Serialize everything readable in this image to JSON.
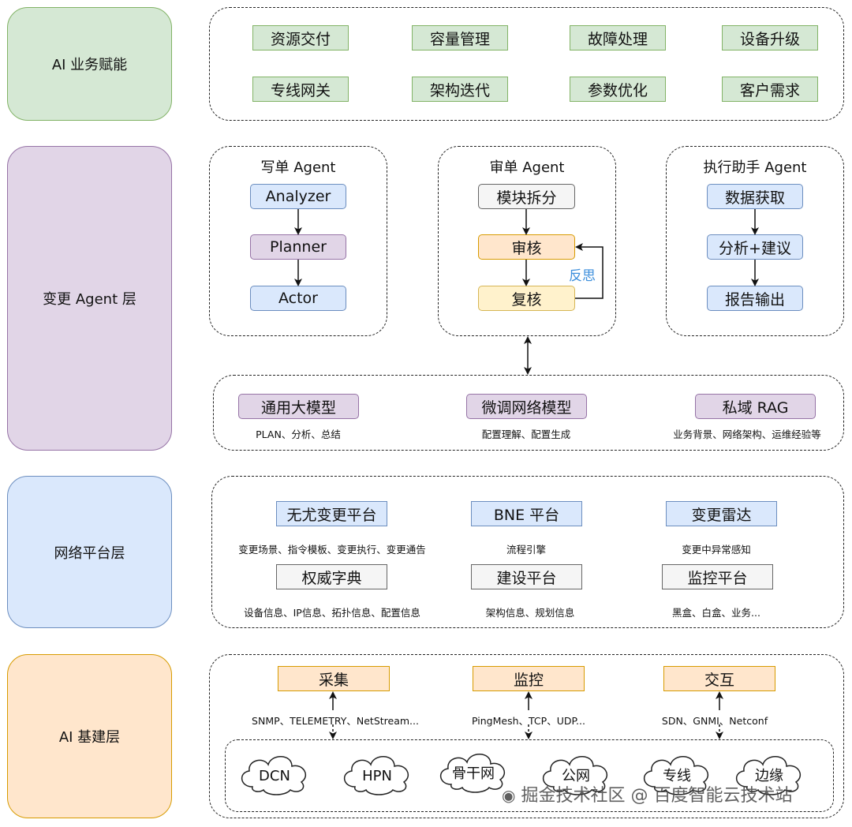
{
  "layers": {
    "business": "AI 业务赋能",
    "agent": "变更 Agent 层",
    "network": "网络平台层",
    "infra": "AI 基建层"
  },
  "business": [
    "资源交付",
    "容量管理",
    "故障处理",
    "设备升级",
    "专线网关",
    "架构迭代",
    "参数优化",
    "客户需求"
  ],
  "agents": {
    "writer": {
      "title": "写单 Agent",
      "steps": [
        "Analyzer",
        "Planner",
        "Actor"
      ]
    },
    "reviewer": {
      "title": "审单 Agent",
      "steps": [
        "模块拆分",
        "审核",
        "复核"
      ],
      "feedback": "反思"
    },
    "executor": {
      "title": "执行助手 Agent",
      "steps": [
        "数据获取",
        "分析+建议",
        "报告输出"
      ]
    }
  },
  "models": [
    {
      "label": "通用大模型",
      "desc": "PLAN、分析、总结"
    },
    {
      "label": "微调网络模型",
      "desc": "配置理解、配置生成"
    },
    {
      "label": "私域 RAG",
      "desc": "业务背景、网络架构、运维经验等"
    }
  ],
  "platforms": [
    {
      "label": "无尤变更平台",
      "desc": "变更场景、指令模板、变更执行、变更通告"
    },
    {
      "label": "BNE 平台",
      "desc": "流程引擎"
    },
    {
      "label": "变更雷达",
      "desc": "变更中异常感知"
    },
    {
      "label": "权威字典",
      "desc": "设备信息、IP信息、拓扑信息、配置信息"
    },
    {
      "label": "建设平台",
      "desc": "架构信息、规划信息"
    },
    {
      "label": "监控平台",
      "desc": "黑盒、白盒、业务..."
    }
  ],
  "infra": [
    {
      "label": "采集",
      "desc": "SNMP、TELEMETRY、NetStream..."
    },
    {
      "label": "监控",
      "desc": "PingMesh、TCP、UDP..."
    },
    {
      "label": "交互",
      "desc": "SDN、GNMI、Netconf"
    }
  ],
  "networks": [
    "DCN",
    "HPN",
    "骨干网",
    "公网",
    "专线",
    "边缘"
  ],
  "watermark": "掘金技术社区 @ 百度智能云技术站",
  "colors": {
    "green": "#d5e8d4",
    "blue": "#dae8fc",
    "purple": "#e1d5e7",
    "orange": "#ffe6cc",
    "yellow": "#fff2cc",
    "gray": "#f5f5f5",
    "feedback": "#3d8fdc"
  }
}
